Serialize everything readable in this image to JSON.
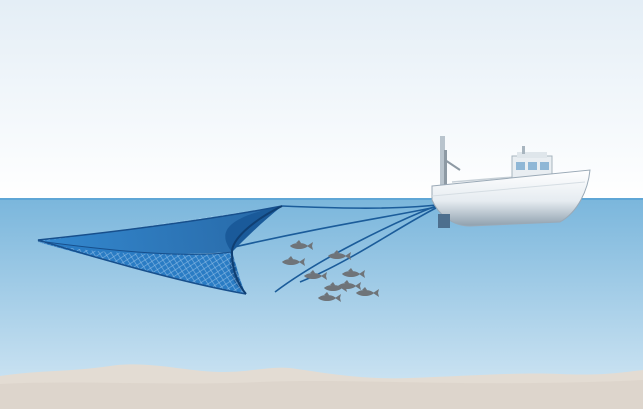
{
  "scene": {
    "title": "",
    "colors": {
      "sky_top": "#e4eef6",
      "sky_bottom": "#ffffff",
      "water_top": "#7ab6dc",
      "water_bottom": "#d6e9f5",
      "seabed": "#e3dcd3",
      "net": "#1f6fb5",
      "net_dark": "#174f8c",
      "hull": "#f1f5f8",
      "hull_shadow": "#9aa9b6",
      "fish": "#6f7479"
    },
    "objects": {
      "boat": "fishing-trawler",
      "net": "trawl-net",
      "fish_count": 9
    }
  }
}
